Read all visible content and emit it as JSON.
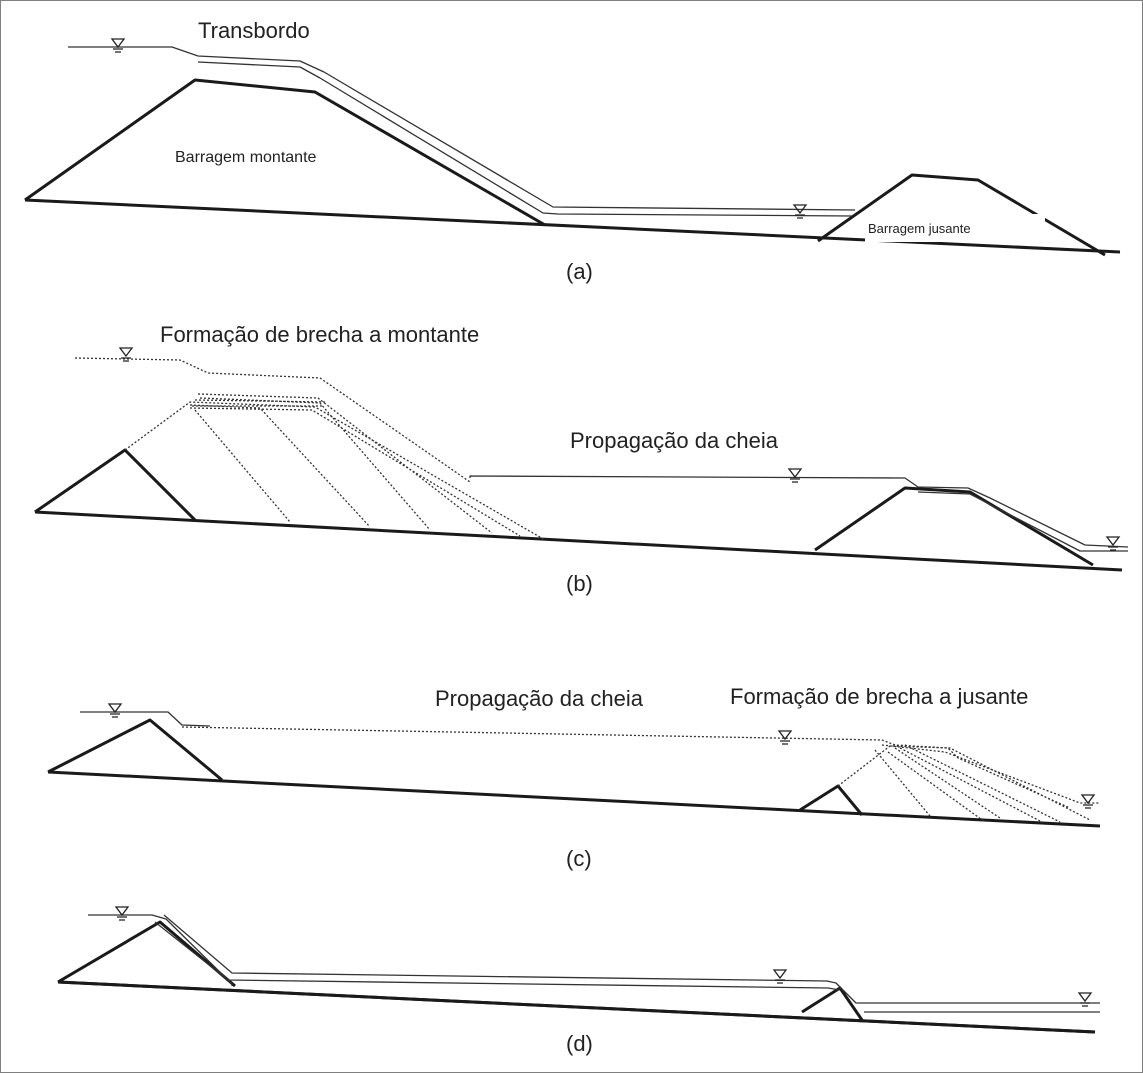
{
  "panels": [
    {
      "id": "a",
      "label": "(a)",
      "title": "Transbordo",
      "upstream_dam_label": "Barragem montante",
      "downstream_dam_label": "Barragem jusante"
    },
    {
      "id": "b",
      "label": "(b)",
      "title": "Formação de brecha a montante",
      "flow_label": "Propagação da cheia"
    },
    {
      "id": "c",
      "label": "(c)",
      "flow_label": "Propagação da cheia",
      "title": "Formação de brecha a jusante"
    },
    {
      "id": "d",
      "label": "(d)"
    }
  ],
  "colors": {
    "line": "#1a1a1a",
    "border": "#7f7f7f",
    "background": "#ffffff"
  },
  "icons": {
    "water_level": "water-level-icon"
  }
}
